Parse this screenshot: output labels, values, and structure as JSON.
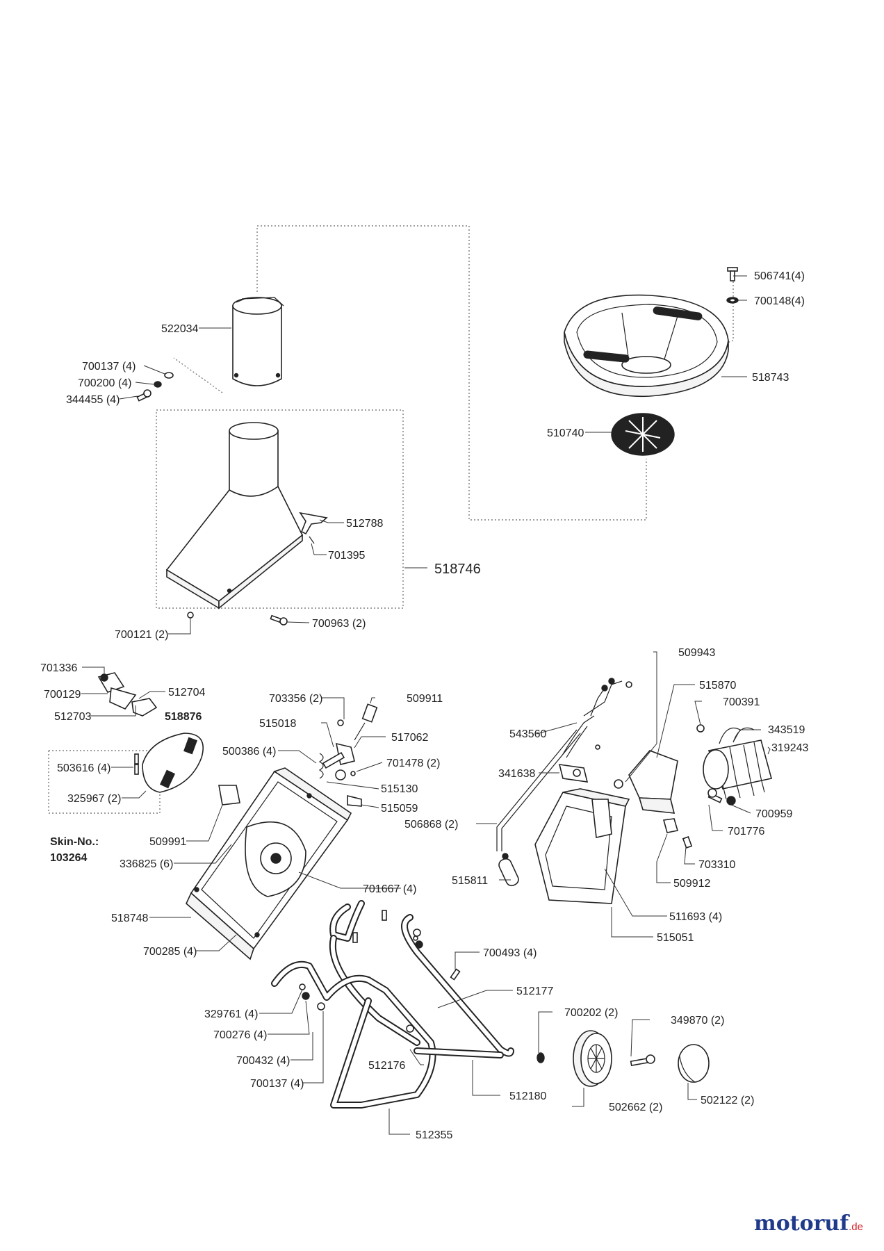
{
  "labels": {
    "p506741": "506741(4)",
    "p700148": "700148(4)",
    "p518743": "518743",
    "p510740": "510740",
    "p522034": "522034",
    "p700137a": "700137 (4)",
    "p700200": "700200 (4)",
    "p344455": "344455 (4)",
    "p512788": "512788",
    "p701395": "701395",
    "p518746": "518746",
    "p700121": "700121 (2)",
    "p700963": "700963 (2)",
    "p701336": "701336",
    "p700129": "700129",
    "p512704": "512704",
    "p512703": "512703",
    "p518876": "518876",
    "p503616": "503616 (4)",
    "p325967": "325967 (2)",
    "skin1": "Skin-No.:",
    "skin2": "103264",
    "p703356": "703356 (2)",
    "p509911": "509911",
    "p515018": "515018",
    "p517062": "517062",
    "p500386": "500386 (4)",
    "p701478": "701478 (2)",
    "p515130": "515130",
    "p515059": "515059",
    "p509991": "509991",
    "p336825": "336825 (6)",
    "p701667": "701667 (4)",
    "p518748": "518748",
    "p700285": "700285 (4)",
    "p509943": "509943",
    "p515870": "515870",
    "p700391": "700391",
    "p343519": "343519",
    "p319243": "319243",
    "p543560": "543560",
    "p341638": "341638",
    "p506868": "506868 (2)",
    "p700959": "700959",
    "p701776": "701776",
    "p703310": "703310",
    "p509912": "509912",
    "p515811": "515811",
    "p511693": "511693 (4)",
    "p515051": "515051",
    "p700493": "700493 (4)",
    "p512177": "512177",
    "p700202": "700202 (2)",
    "p349870": "349870 (2)",
    "p329761": "329761 (4)",
    "p700276": "700276 (4)",
    "p700432": "700432 (4)",
    "p512176": "512176",
    "p700137b": "700137 (4)",
    "p512180": "512180",
    "p502662": "502662 (2)",
    "p502122": "502122 (2)",
    "p512355": "512355"
  },
  "logo": {
    "brand": "motoruf",
    "tld": ".de"
  },
  "colors": {
    "brand_blue": "#1f3a8a",
    "brand_red": "#d4222a"
  }
}
